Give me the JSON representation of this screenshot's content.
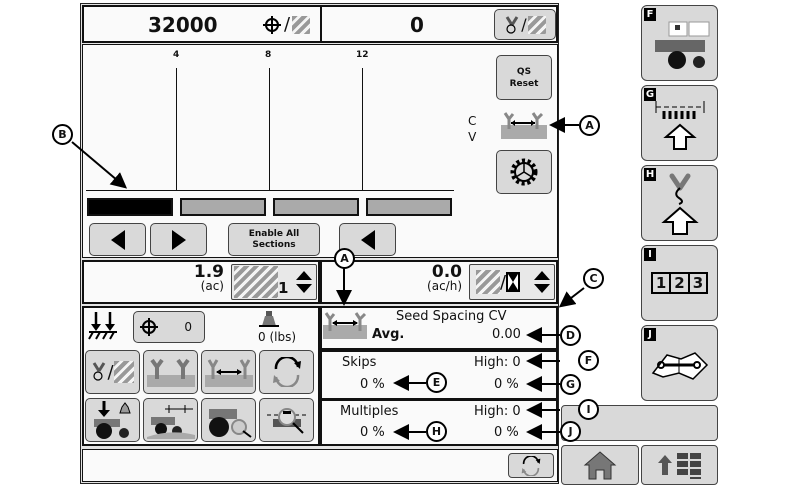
{
  "header": {
    "population_value": "32000",
    "population_unit_icon": "seed-per-area-icon",
    "second_value": "0",
    "toggle_icon": "seed-per-area-toggle-icon"
  },
  "section_graph": {
    "tick_labels": [
      "4",
      "8",
      "12"
    ],
    "segments": [
      {
        "state": "active",
        "color": "#000000"
      },
      {
        "state": "inactive",
        "color": "#aaaaaa"
      },
      {
        "state": "inactive",
        "color": "#aaaaaa"
      },
      {
        "state": "inactive",
        "color": "#aaaaaa"
      }
    ],
    "cv_label_line1": "C",
    "cv_label_line2": "V",
    "qs_reset_line1": "QS",
    "qs_reset_line2": "Reset",
    "enable_all_line1": "Enable All",
    "enable_all_line2": "Sections"
  },
  "area": {
    "value": "1.9",
    "unit": "(ac)",
    "counter_index": "1",
    "rate_value": "0.0",
    "rate_unit": "(ac/h)"
  },
  "controls": {
    "target_count": "0",
    "weight": "0 (lbs)"
  },
  "stats": {
    "seed_spacing_title": "Seed Spacing CV",
    "avg_label": "Avg.",
    "avg_value": "0.00",
    "skips_label": "Skips",
    "skips_high": "High: 0",
    "skips_pct": "0 %",
    "skips_high_pct": "0 %",
    "multiples_label": "Multiples",
    "multiples_high": "High: 0",
    "multiples_pct": "0 %",
    "multiples_high_pct": "0 %"
  },
  "side_tabs": [
    {
      "tag": "F",
      "icon": "planter-icon"
    },
    {
      "tag": "G",
      "icon": "row-units-up-icon"
    },
    {
      "tag": "H",
      "icon": "seed-up-icon"
    },
    {
      "tag": "I",
      "icon": "numbered-123-icon",
      "text": "123"
    },
    {
      "tag": "J",
      "icon": "manual-wrench-icon"
    }
  ],
  "callouts": [
    "A",
    "A",
    "B",
    "C",
    "D",
    "E",
    "F",
    "G",
    "H",
    "I",
    "J"
  ],
  "colors": {
    "button_bg": "#d9d9d9",
    "panel_bg": "#fafafa",
    "active_section": "#000000",
    "inactive_section": "#aaaaaa"
  }
}
